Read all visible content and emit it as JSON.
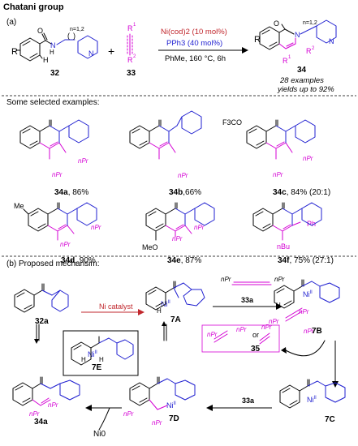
{
  "colors": {
    "nitrogen": "#1f1fd0",
    "alkyne": "#d400d4",
    "catalyst": "#c1272d",
    "ligand": "#1f1fd0"
  },
  "header": {
    "title": "Chatani group"
  },
  "section_a": {
    "label": "(a)",
    "n_label": "n=1,2",
    "reactant1": "32",
    "reactant2": "33",
    "product": "34",
    "r1": "R",
    "r2": "R",
    "cond_catalyst": "Ni(cod)2 (10 mol%)",
    "cond_ligand": "PPh3 (40 mol%)",
    "cond_solvent": "PhMe, 160 °C, 6h",
    "summary1": "28 examples",
    "summary2": "yields up to 92%"
  },
  "examples": {
    "title": "Some selected examples:",
    "items": [
      {
        "id": "34a",
        "yield": ", 86%"
      },
      {
        "id": "34b",
        "yield": ",66%"
      },
      {
        "id": "34c",
        "yield": ", 84% (20:1)"
      },
      {
        "id": "34d",
        "yield": ", 90%"
      },
      {
        "id": "34e",
        "yield": ", 87%"
      },
      {
        "id": "34f",
        "yield": ", 75% (27:1)"
      }
    ],
    "sub_f3co": "F3CO",
    "sub_meo": "MeO",
    "sub_me": "Me",
    "sub_ph": "Ph",
    "sub_bu": "nBu",
    "npr": "nPr"
  },
  "section_b": {
    "label": "(b) Proposed mechansim:",
    "ni_catalyst": "Ni catalyst",
    "alkyne_label": "33a",
    "intermediates": [
      "32a",
      "7A",
      "7B",
      "7C",
      "7D",
      "7E",
      "34a"
    ],
    "byproduct": "35",
    "or": "or",
    "ni0": "Ni0",
    "ni_ii": "Ni",
    "h": "H"
  }
}
